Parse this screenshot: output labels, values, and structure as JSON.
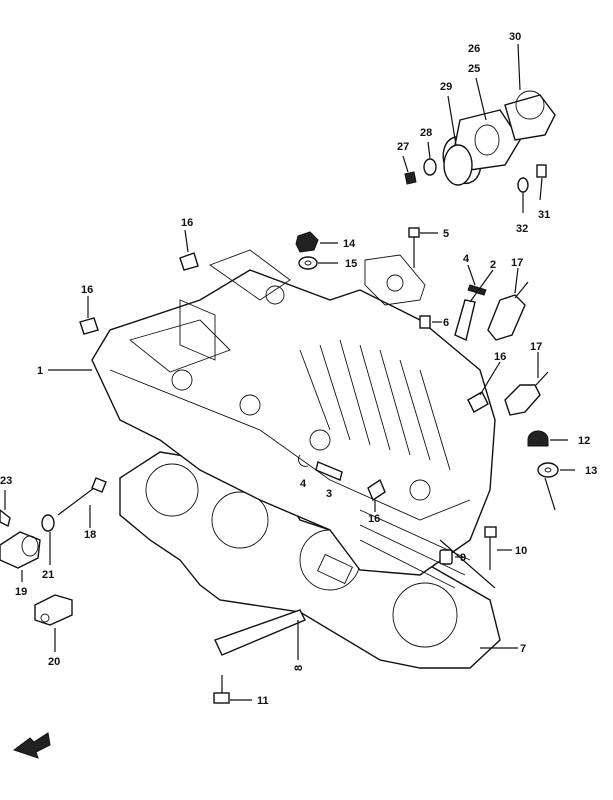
{
  "callouts": {
    "c1": "1",
    "c2": "2",
    "c3": "3",
    "c4a": "4",
    "c4b": "4",
    "c5": "5",
    "c6": "6",
    "c7": "7",
    "c8": "8",
    "c9": "9",
    "c10": "10",
    "c11": "11",
    "c12": "12",
    "c13": "13",
    "c14": "14",
    "c15": "15",
    "c16a": "16",
    "c16b": "16",
    "c16c": "16",
    "c16d": "16",
    "c17a": "17",
    "c17b": "17",
    "c18": "18",
    "c19": "19",
    "c20": "20",
    "c21": "21",
    "c23": "23",
    "c25": "25",
    "c26": "26",
    "c27": "27",
    "c28": "28",
    "c29": "29",
    "c30": "30",
    "c31": "31",
    "c32": "32"
  },
  "icons": {
    "front_arrow": "front-arrow-icon"
  }
}
